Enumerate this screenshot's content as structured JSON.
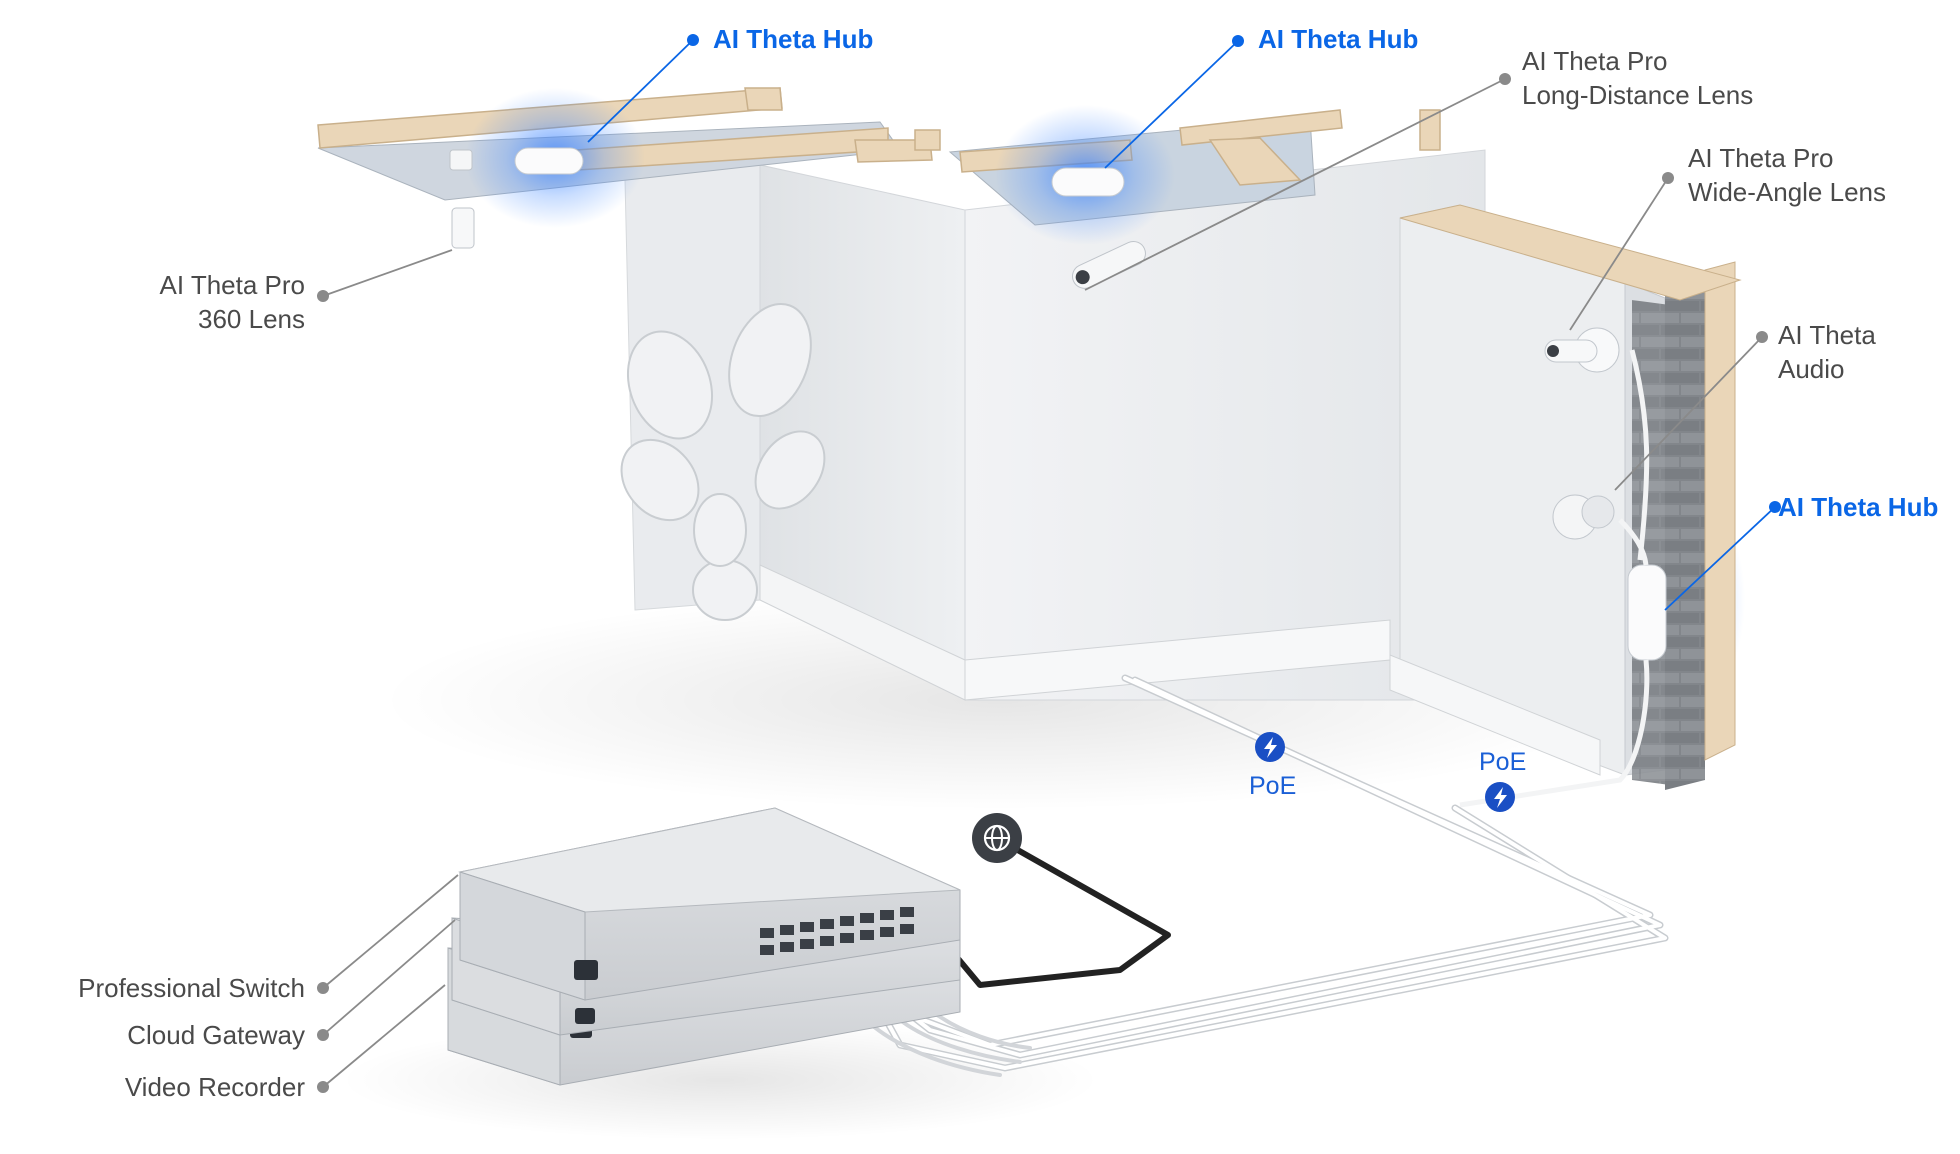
{
  "diagram": {
    "labels": {
      "hub_left": "AI Theta Hub",
      "hub_center": "AI Theta Hub",
      "hub_right": "AI Theta Hub",
      "pro_360": [
        "AI Theta Pro",
        "360 Lens"
      ],
      "pro_long": [
        "AI Theta Pro",
        "Long-Distance Lens"
      ],
      "pro_wide": [
        "AI Theta Pro",
        "Wide-Angle Lens"
      ],
      "audio": [
        "AI Theta",
        "Audio"
      ],
      "professional_switch": "Professional Switch",
      "cloud_gateway": "Cloud Gateway",
      "video_recorder": "Video Recorder",
      "poe_1": "PoE",
      "poe_2": "PoE"
    },
    "colors": {
      "accent_blue": "#0a66e6",
      "callout_gray": "#8a8a8a",
      "text_gray": "#4a4a4a",
      "wood": "#e7d2b3",
      "wall": "#e6e8ea",
      "brick": "#7e8287",
      "poe_badge": "#1a4fc4"
    },
    "icons": [
      "globe-icon",
      "lightning-icon"
    ]
  }
}
